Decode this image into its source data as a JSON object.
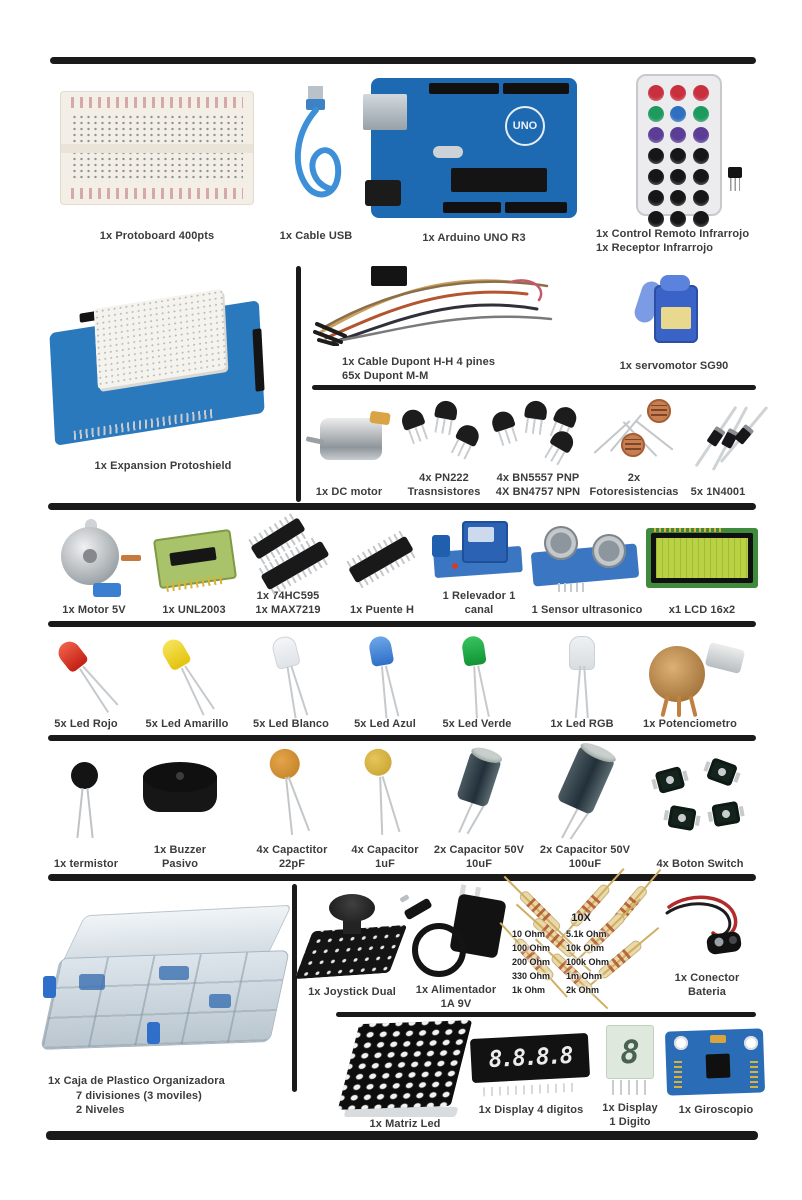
{
  "palette": {
    "divider": "#1a1a1a",
    "caption_text": "#3c3c3c",
    "arduino_blue": "#1d6ab2",
    "board_blue": "#3b76c2",
    "pcb_green": "#a9c36a",
    "lcd_green": "#b8d244",
    "led_red": "#c21f12",
    "led_yellow": "#e3c30e",
    "led_blue": "#2f6fc8",
    "led_green": "#119336",
    "cap_orange": "#c07c22",
    "servo_blue": "#3a63c8",
    "resistor_tan": "#ead9a8"
  },
  "rows": {
    "r1": {
      "protoboard": "1x Protoboard 400pts",
      "cable_usb": "1x Cable USB",
      "arduino": "1x Arduino UNO R3",
      "uno_logo": "UNO",
      "remoto_l1": "1x Control Remoto Infrarrojo",
      "remoto_l2": "1x Receptor Infrarrojo"
    },
    "r2": {
      "protoshield": "1x Expansion Protoshield",
      "dupont_l1": "1x Cable Dupont H-H 4 pines",
      "dupont_l2": "65x Dupont M-M",
      "servo": "1x servomotor SG90",
      "dc_motor": "1x DC motor",
      "pn222_l1": "4x PN222",
      "pn222_l2": "Trasnsistores",
      "bn_l1": "4x BN5557 PNP",
      "bn_l2": "4X BN4757 NPN",
      "foto": "2x Fotoresistencias",
      "diodes": "5x 1N4001"
    },
    "r3": {
      "motor5v": "1x Motor 5V",
      "unl2003": "1x UNL2003",
      "hc595_l1": "1x 74HC595",
      "hc595_l2": "1x MAX7219",
      "puente": "1x Puente H",
      "relevador": "1 Relevador 1 canal",
      "ultrasonico": "1 Sensor ultrasonico",
      "lcd": "x1 LCD 16x2"
    },
    "r4": {
      "rojo": "5x Led Rojo",
      "amarillo": "5x Led Amarillo",
      "blanco": "5x Led Blanco",
      "azul": "5x Led Azul",
      "verde": "5x Led Verde",
      "rgb": "1x Led RGB",
      "pot": "1x Potenciometro"
    },
    "r5": {
      "termistor": "1x termistor",
      "buzzer_l1": "1x Buzzer",
      "buzzer_l2": "Pasivo",
      "c22_l1": "4x Capactitor",
      "c22_l2": "22pF",
      "c1_l1": "4x Capacitor",
      "c1_l2": "1uF",
      "c10_l1": "2x Capacitor 50V",
      "c10_l2": "10uF",
      "c100_l1": "2x Capacitor 50V",
      "c100_l2": "100uF",
      "switch": "4x Boton Switch"
    },
    "r6": {
      "caja_l1": "1x Caja de Plastico Organizadora",
      "caja_l2": "7 divisiones (3 moviles)",
      "caja_l3": "2 Niveles",
      "joystick": "1x Joystick Dual",
      "alim_l1": "1x Alimentador",
      "alim_l2": "1A  9V",
      "res_header": "10X",
      "res_col1": [
        "10 Ohm",
        "100 Ohm",
        "200 Ohm",
        "330 Ohm",
        "1k Ohm"
      ],
      "res_col2": [
        "5.1k Ohm",
        "10k Ohm",
        "100k Ohm",
        "1m Ohm",
        "2k Ohm"
      ],
      "conector": "1x Conector Bateria"
    },
    "r7": {
      "matriz": "1x Matriz Led",
      "display4": "1x Display 4 digitos",
      "display4_value": "8.8.8.8",
      "display1_l1": "1x Display",
      "display1_l2": "1 Digito",
      "display1_value": "8",
      "giroscopio": "1x Giroscopio"
    }
  }
}
